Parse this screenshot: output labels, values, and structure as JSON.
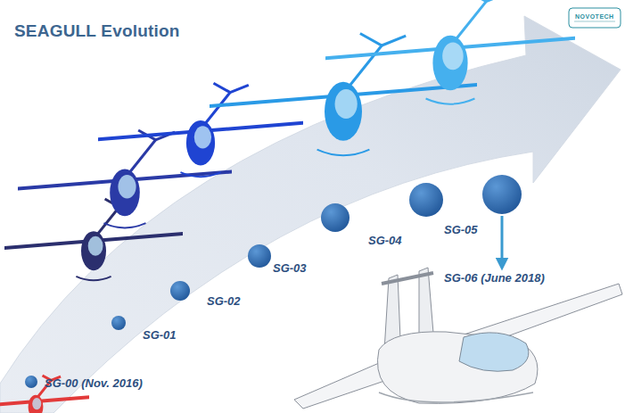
{
  "diagram": {
    "title": "SEAGULL Evolution",
    "labels": [
      "NOVOTECH",
      "SG-00 (Nov. 2016)",
      "SG-01",
      "SG-02",
      "SG-03",
      "SG-04",
      "SG-05",
      "SG-06 (June 2018)"
    ]
  }
}
